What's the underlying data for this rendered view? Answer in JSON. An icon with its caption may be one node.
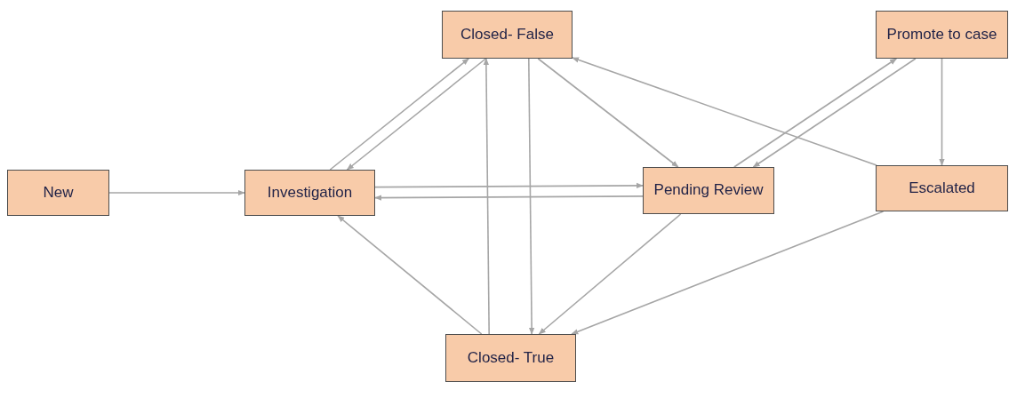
{
  "diagram": {
    "nodes": [
      {
        "text": [
          "New"
        ]
      },
      {
        "text": [
          "Investigation"
        ]
      },
      {
        "text": [
          "Closed- False"
        ]
      },
      {
        "text": [
          "Pending Review"
        ]
      },
      {
        "text": [
          "Promote to case"
        ]
      },
      {
        "text": [
          "Escalated"
        ]
      },
      {
        "text": [
          "Closed- True"
        ]
      }
    ],
    "edges": [
      {
        "from": 0,
        "to": 1,
        "arrow": "to"
      },
      {
        "from": 1,
        "to": 2,
        "arrow": "to"
      },
      {
        "from": 2,
        "to": 1,
        "arrow": "to"
      },
      {
        "from": 1,
        "to": 3,
        "arrow": "to"
      },
      {
        "from": 3,
        "to": 1,
        "arrow": "to"
      },
      {
        "from": 2,
        "to": 3,
        "arrow": "to"
      },
      {
        "from": 2,
        "to": 6,
        "arrow": "to"
      },
      {
        "from": 6,
        "to": 2,
        "arrow": "to"
      },
      {
        "from": 6,
        "to": 1,
        "arrow": "to"
      },
      {
        "from": 3,
        "to": 6,
        "arrow": "to"
      },
      {
        "from": 3,
        "to": 4,
        "arrow": "to"
      },
      {
        "from": 4,
        "to": 3,
        "arrow": "to"
      },
      {
        "from": 4,
        "to": 5,
        "arrow": "to"
      },
      {
        "from": 5,
        "to": 2,
        "arrow": "to"
      },
      {
        "from": 5,
        "to": 6,
        "arrow": "to"
      }
    ]
  }
}
